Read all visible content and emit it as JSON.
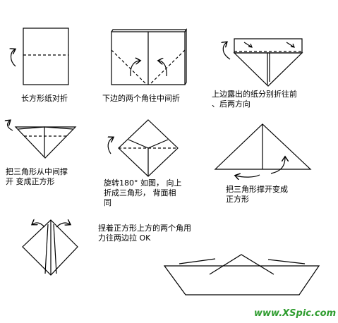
{
  "steps": [
    {
      "caption": "长方形纸对折"
    },
    {
      "caption": "下边的两个角往中间折"
    },
    {
      "caption_lines": [
        "上边露出的纸分别折往前",
        "、后两方向"
      ]
    },
    {
      "caption_lines": [
        "把三角形从中间撑",
        "开  变成正方形"
      ]
    },
    {
      "caption_lines": [
        "旋转180°  如图， 向上",
        "折成三角形， 背面相",
        "同"
      ]
    },
    {
      "caption_lines": [
        "把三角形撑开变成",
        "正方形"
      ]
    },
    {
      "caption_lines": [
        "捏着正方形上方的两个角用",
        "力往两边拉  OK"
      ]
    }
  ],
  "watermark": "www.XSpic.com",
  "colors": {
    "ink": "#000000",
    "watermark": "#2e9c2e"
  }
}
